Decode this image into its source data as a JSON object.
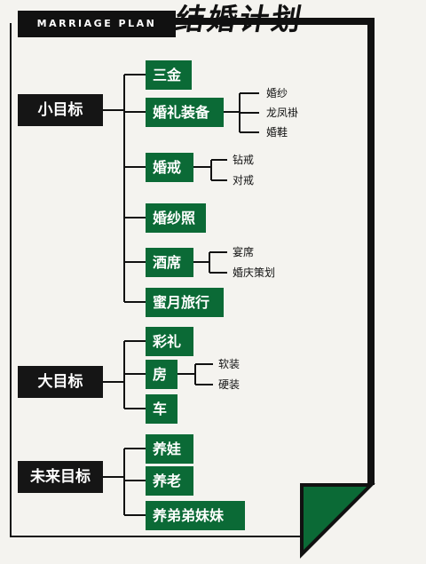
{
  "header": {
    "tag": "MARRIAGE PLAN",
    "title": "结婚计划"
  },
  "categories": [
    {
      "label": "小目标",
      "items": [
        {
          "label": "三金",
          "children": []
        },
        {
          "label": "婚礼装备",
          "children": [
            "婚纱",
            "龙凤褂",
            "婚鞋"
          ]
        },
        {
          "label": "婚戒",
          "children": [
            "钻戒",
            "对戒"
          ]
        },
        {
          "label": "婚纱照",
          "children": []
        },
        {
          "label": "酒席",
          "children": [
            "宴席",
            "婚庆策划"
          ]
        },
        {
          "label": "蜜月旅行",
          "children": []
        }
      ]
    },
    {
      "label": "大目标",
      "items": [
        {
          "label": "彩礼",
          "children": []
        },
        {
          "label": "房",
          "children": [
            "软装",
            "硬装"
          ]
        },
        {
          "label": "车",
          "children": []
        }
      ]
    },
    {
      "label": "未来目标",
      "items": [
        {
          "label": "养娃",
          "children": []
        },
        {
          "label": "养老",
          "children": []
        },
        {
          "label": "养弟弟妹妹",
          "children": []
        }
      ]
    }
  ],
  "colors": {
    "accent": "#0b6a36",
    "dark": "#151515",
    "background": "#f4f3ef"
  }
}
